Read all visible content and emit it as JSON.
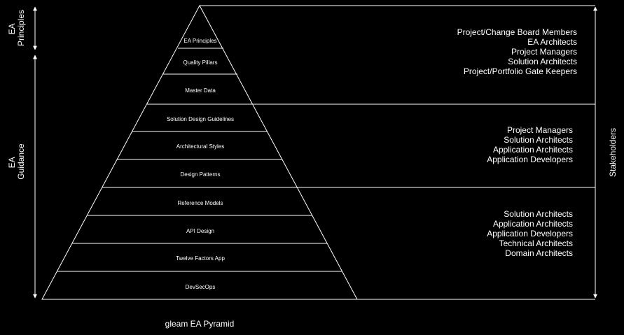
{
  "colors": {
    "background": "#000000",
    "line": "#ffffff",
    "text": "#ffffff"
  },
  "left_labels": {
    "principles": [
      "EA",
      "Principles"
    ],
    "guidance": [
      "EA",
      "Guidance"
    ]
  },
  "right_label": "Stakeholders",
  "layers": [
    "EA Principles",
    "Quality Pillars",
    "Master Data",
    "Solution Design Guidelines",
    "Architectural Styles",
    "Design Patterns",
    "Reference Models",
    "API Design",
    "Twelve Factors App",
    "DevSecOps"
  ],
  "stakeholder_groups": [
    [
      "Project/Change Board Members",
      "EA Architects",
      "Project Managers",
      "Solution Architects",
      "Project/Portfolio Gate Keepers"
    ],
    [
      "Project Managers",
      "Solution Architects",
      "Application Architects",
      "Application Developers"
    ],
    [
      "Solution Architects",
      "Application Architects",
      "Application Developers",
      "Technical Architects",
      "Domain Architects"
    ]
  ],
  "caption": "gleam EA Pyramid"
}
